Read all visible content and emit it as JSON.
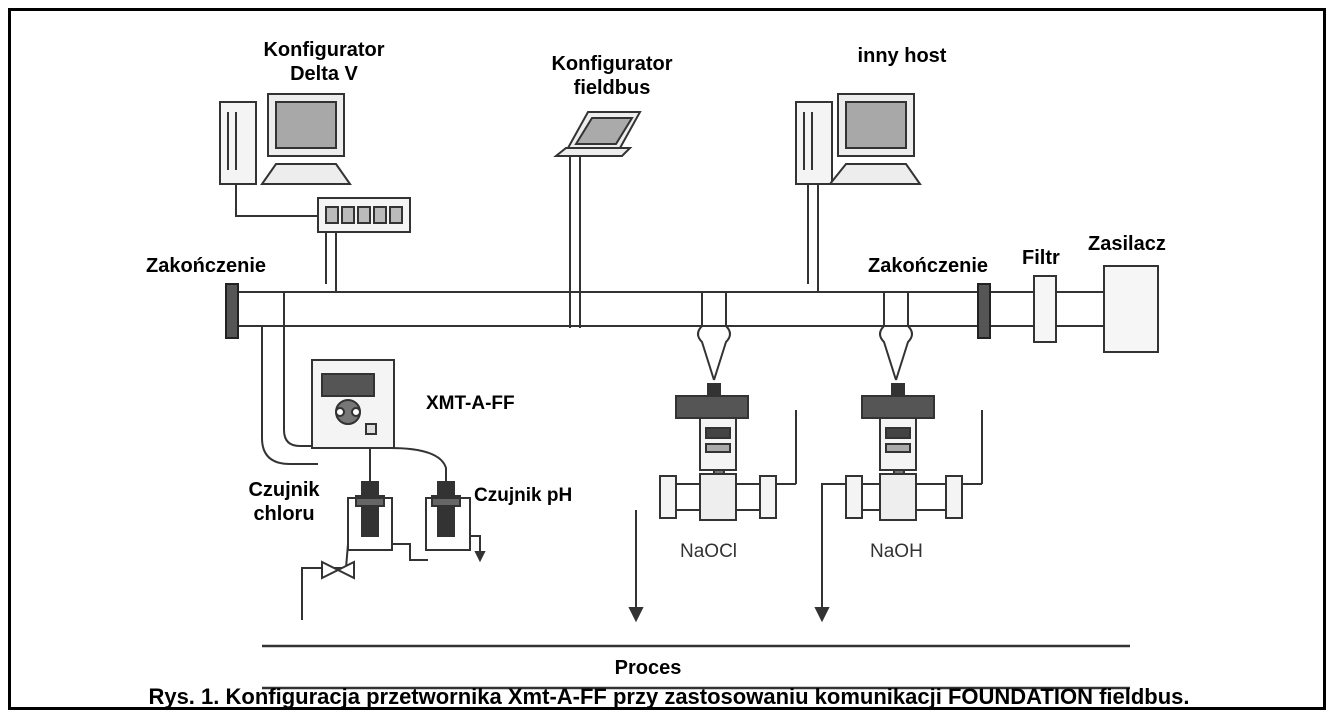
{
  "labels": {
    "konfigurator_delta_line1": "Konfigurator",
    "konfigurator_delta_line2": "Delta V",
    "konfigurator_fieldbus_line1": "Konfigurator",
    "konfigurator_fieldbus_line2": "fieldbus",
    "inny_host": "inny host",
    "zakonczenie_left": "Zakończenie",
    "zakonczenie_right": "Zakończenie",
    "filtr": "Filtr",
    "zasilacz": "Zasilacz",
    "xmt": "XMT-A-FF",
    "czujnik_chloru_line1": "Czujnik",
    "czujnik_chloru_line2": "chloru",
    "czujnik_ph": "Czujnik pH",
    "naocl": "NaOCl",
    "naoh": "NaOH",
    "proces": "Proces"
  },
  "caption": "Rys. 1. Konfiguracja przetwornika Xmt-A-FF przy zastosowaniu komunikacji FOUNDATION fieldbus."
}
